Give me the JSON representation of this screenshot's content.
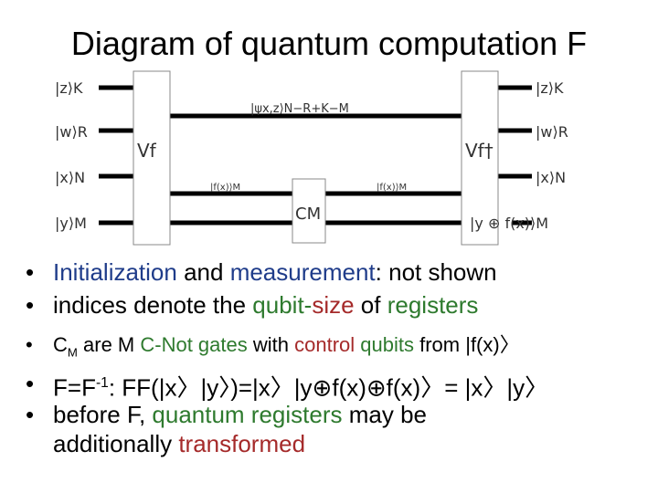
{
  "title": "Diagram of quantum computation F",
  "diagram": {
    "inputs": [
      "|z⟩K",
      "|w⟩R",
      "|x⟩N",
      "|y⟩M"
    ],
    "outputs": [
      "|z⟩K",
      "|w⟩R",
      "|x⟩N",
      "|y ⊕ f(x)⟩M"
    ],
    "vf_label": "Vf",
    "vf_dag_label": "Vf†",
    "cm_label": "CM",
    "psi_label": "|ψx,z⟩N−R+K−M",
    "fx_in_label": "|f(x)⟩M",
    "fx_out_label": "|f(x)⟩M"
  },
  "bullets": [
    [
      "Initialization",
      " and ",
      "measurement",
      ": not shown"
    ],
    [
      "indices denote the ",
      "qubit-",
      "size",
      " of ",
      "registers"
    ],
    [
      "C",
      "M",
      " are M ",
      "C-Not gates",
      " with ",
      "control",
      " ",
      "qubits",
      " from |f(x)〉"
    ],
    [
      "F=F",
      "-1",
      ": FF(|x〉|y〉)=|x〉|y⊕f(x)⊕f(x)〉= |x〉|y〉"
    ],
    [
      "before F, ",
      "quantum registers",
      " may be",
      "additionally ",
      "transformed"
    ]
  ]
}
